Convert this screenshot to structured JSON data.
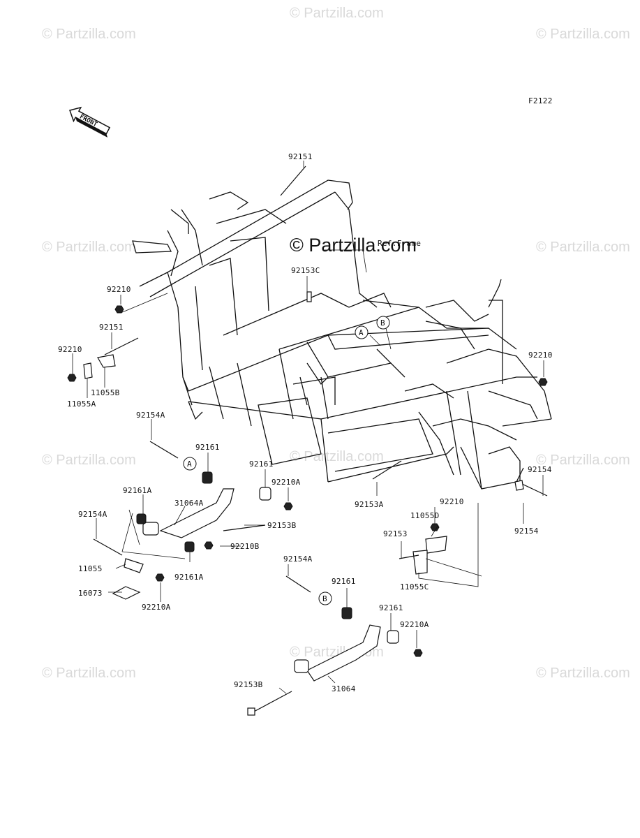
{
  "diagram_code": "F2122",
  "front_label": "FRONT",
  "copyright": "© Partzilla.com",
  "ref_frame": "Ref.Frame",
  "watermark": "© Partzilla.com",
  "callouts": {
    "A": "A",
    "B": "B"
  },
  "parts": {
    "p92151_top": "92151",
    "p92153C": "92153C",
    "p92210_l1": "92210",
    "p92151_l": "92151",
    "p92210_l2": "92210",
    "p11055B": "11055B",
    "p11055A": "11055A",
    "p92210_r": "92210",
    "p92154A_1": "92154A",
    "p92161_1": "92161",
    "p92161_2": "92161",
    "p92210A_1": "92210A",
    "p92161A_1": "92161A",
    "p31064A": "31064A",
    "p92154A_2": "92154A",
    "p92153B_1": "92153B",
    "p92210B": "92210B",
    "p11055": "11055",
    "p92161A_2": "92161A",
    "p16073": "16073",
    "p92210A_2": "92210A",
    "p92154_1": "92154",
    "p92153A": "92153A",
    "p92210_m": "92210",
    "p11055D": "11055D",
    "p92153": "92153",
    "p11055C": "11055C",
    "p92154_2": "92154",
    "p92154A_3": "92154A",
    "p92161_3": "92161",
    "p92161_4": "92161",
    "p92210A_3": "92210A",
    "p31064": "31064",
    "p92153B_2": "92153B"
  }
}
